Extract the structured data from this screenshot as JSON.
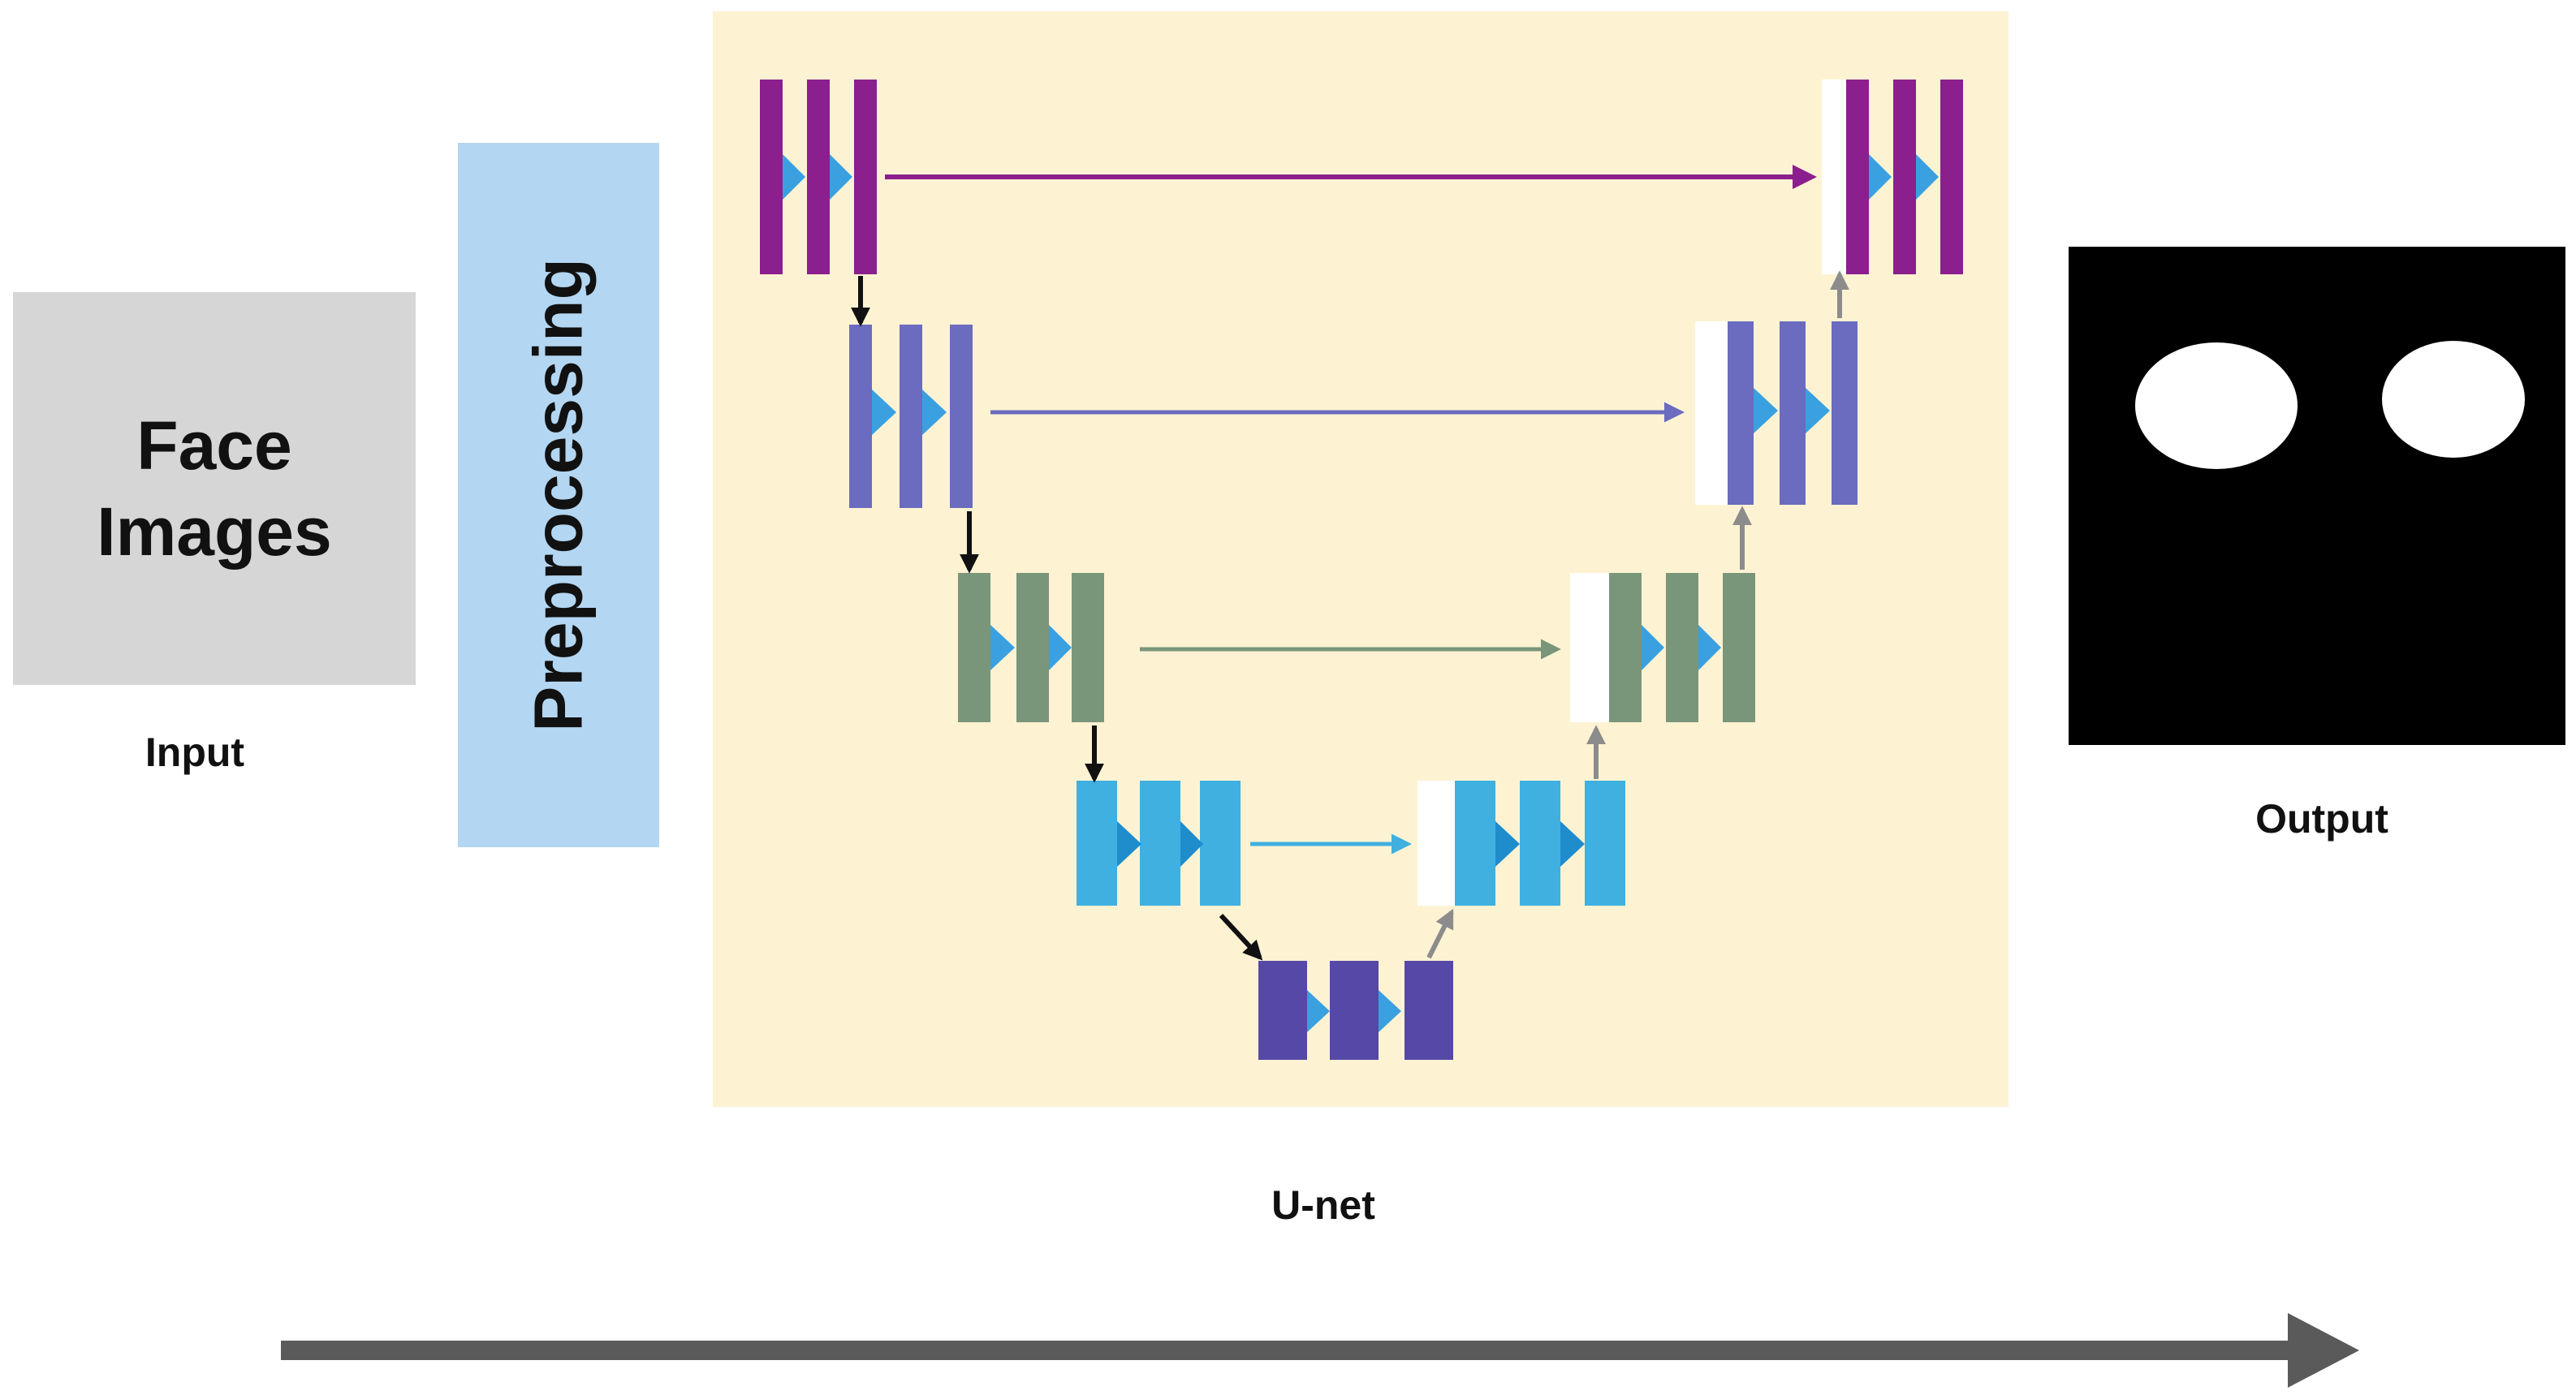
{
  "input": {
    "box_lines": [
      "Face",
      "Images"
    ],
    "label": "Input"
  },
  "preprocessing": {
    "label": "Preprocessing"
  },
  "unet": {
    "label": "U-net",
    "panel_color": "#fdf3d3",
    "level_colors": [
      "#8b1f8e",
      "#6b6bbf",
      "#7a967a",
      "#3fb0e0",
      "#5648a6"
    ],
    "conv_arrow_color": "#3aa0e0",
    "downsample_arrow_color": "#111111",
    "upsample_arrow_color": "#8c8c8c"
  },
  "output": {
    "label": "Output",
    "mask_background": "#000000",
    "mask_foreground": "#ffffff"
  },
  "flow_arrow_color": "#5a5a5a"
}
